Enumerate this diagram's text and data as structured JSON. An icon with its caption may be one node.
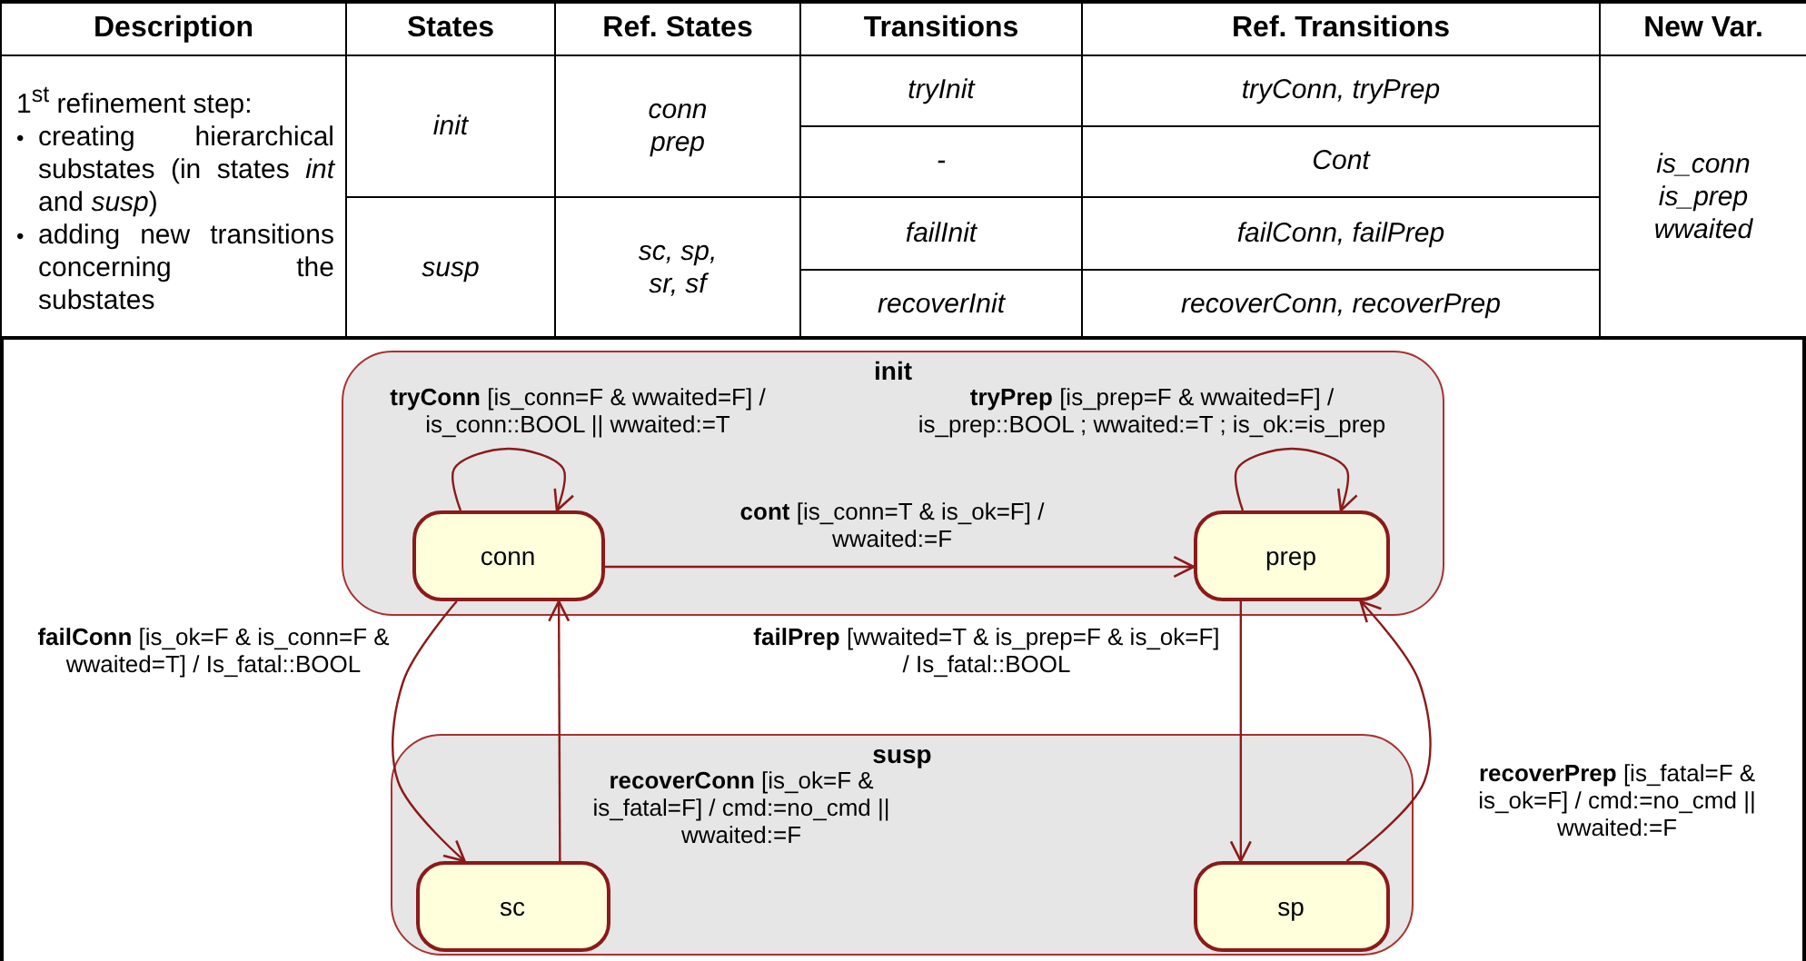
{
  "diagram": {
    "nodes": [
      {
        "text": [
          "init"
        ]
      },
      {
        "text": [
          "conn"
        ],
        "in": 0
      },
      {
        "text": [
          "prep"
        ],
        "in": 0
      },
      {
        "text": [
          "susp"
        ]
      },
      {
        "text": [
          "sc"
        ],
        "in": 3
      },
      {
        "text": [
          "sp"
        ],
        "in": 3
      }
    ],
    "edges": [
      {
        "from": 1,
        "to": 1,
        "arrow": "to",
        "label": "**tryConn** [is_conn=F & wwaited=F] / is_conn::BOOL || wwaited:=T"
      },
      {
        "from": 2,
        "to": 2,
        "arrow": "to",
        "label": "**tryPrep** [is_prep=F & wwaited=F] / is_prep::BOOL ; wwaited:=T ; is_ok:=is_prep"
      },
      {
        "from": 1,
        "to": 2,
        "arrow": "to",
        "label": "**cont** [is_conn=T & is_ok=F] / wwaited:=F"
      },
      {
        "from": 1,
        "to": 4,
        "arrow": "to",
        "label": "**failConn** [is_ok=F & is_conn=F & wwaited=T] / Is_fatal::BOOL"
      },
      {
        "from": 4,
        "to": 1,
        "arrow": "to",
        "label": "**recoverConn** [is_ok=F & is_fatal=F] / cmd:=no_cmd || wwaited:=F"
      },
      {
        "from": 2,
        "to": 5,
        "arrow": "to",
        "label": "**failPrep** [wwaited=T & is_prep=F & is_ok=F] / Is_fatal::BOOL"
      },
      {
        "from": 5,
        "to": 2,
        "arrow": "to",
        "label": "**recoverPrep** [is_fatal=F & is_ok=F] / cmd:=no_cmd || wwaited:=F"
      }
    ],
    "labels": [
      "Description",
      "States",
      "Ref. States",
      "Transitions",
      "Ref. Transitions",
      "New Var.",
      "1$^{st}$ refinement step:",
      "•",
      "creating hierarchical substates (in states *int* and *susp*)",
      "•",
      "adding new transitions concerning the substates",
      "init",
      "conn",
      "prep",
      "tryInit",
      "tryConn, tryPrep",
      "is_conn",
      "is_prep",
      "wwaited",
      "-",
      "Cont",
      "susp",
      "sc, sp, sr, sf",
      "failInit",
      "failConn, failPrep",
      "recoverInit",
      "recoverConn, recoverPrep"
    ]
  }
}
